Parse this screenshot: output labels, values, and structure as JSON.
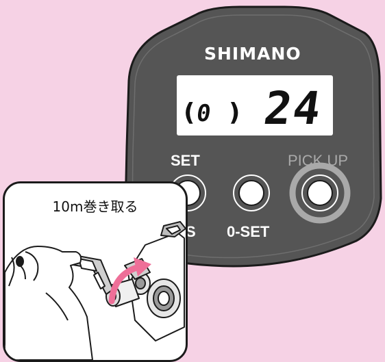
{
  "device": {
    "brand": "SHIMANO",
    "display": {
      "small_value": "0",
      "big_value": "24"
    },
    "buttons": {
      "set_label": "SET",
      "s_label": "S",
      "zero_set_label": "0-SET",
      "pickup_label": "PICK UP"
    }
  },
  "inset": {
    "caption": "10m巻き取る"
  },
  "colors": {
    "background": "#f6d2e5",
    "panel": "#555555",
    "panel_border": "#1b1b1b",
    "arrow": "#ee6f98",
    "pickup_ring": "#a9a9a9"
  }
}
